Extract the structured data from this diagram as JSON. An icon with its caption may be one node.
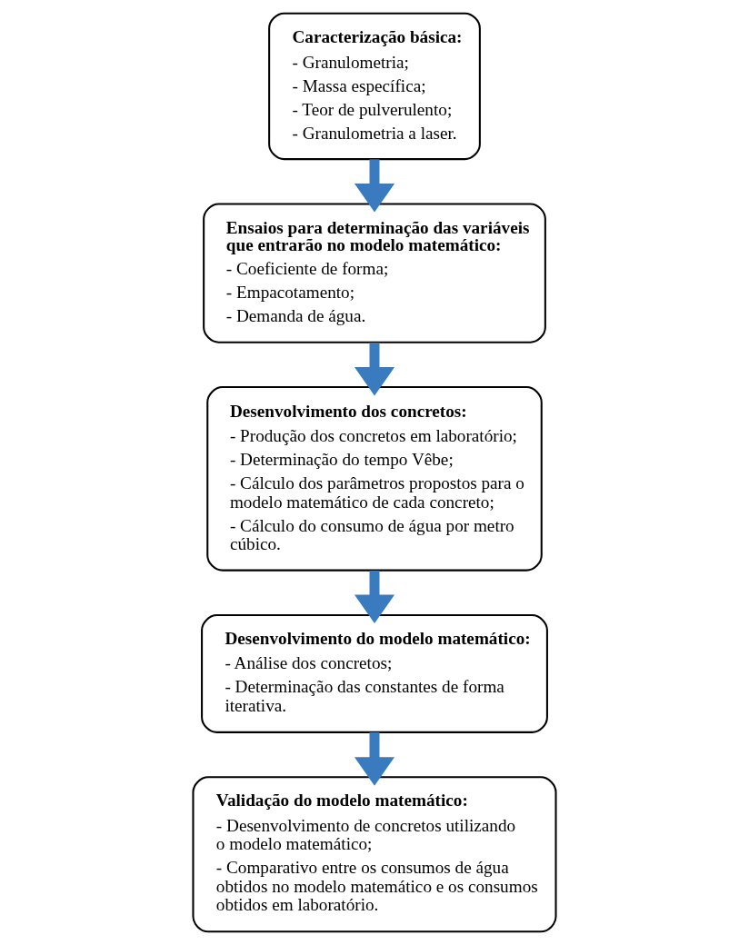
{
  "diagram": {
    "nodes": [
      {
        "text": [
          "Caracterização básica:",
          "- Granulometria;",
          "- Massa específica;",
          "- Teor de pulverulento;",
          "- Granulometria a laser."
        ]
      },
      {
        "text": [
          "Ensaios para determinação das variáveis que entrarão no modelo matemático:",
          "- Coeficiente de forma;",
          "- Empacotamento;",
          "- Demanda de água."
        ]
      },
      {
        "text": [
          "Desenvolvimento dos concretos:",
          "- Produção dos concretos em laboratório;",
          "- Determinação do tempo Vêbe;",
          "- Cálculo dos parâmetros propostos para o modelo matemático de cada concreto;",
          "- Cálculo do consumo de água por metro cúbico."
        ]
      },
      {
        "text": [
          "Desenvolvimento do modelo matemático:",
          "- Análise dos concretos;",
          "- Determinação das constantes de forma iterativa."
        ]
      },
      {
        "text": [
          "Validação do modelo matemático:",
          "- Desenvolvimento de concretos utilizando o modelo matemático;",
          "- Comparativo entre os consumos de água obtidos no modelo matemático e os consumos obtidos em laboratório."
        ]
      }
    ],
    "edges": [
      {
        "from": 0,
        "to": 1,
        "arrow": "to"
      },
      {
        "from": 1,
        "to": 2,
        "arrow": "to"
      },
      {
        "from": 2,
        "to": 3,
        "arrow": "to"
      },
      {
        "from": 3,
        "to": 4,
        "arrow": "to"
      }
    ]
  }
}
